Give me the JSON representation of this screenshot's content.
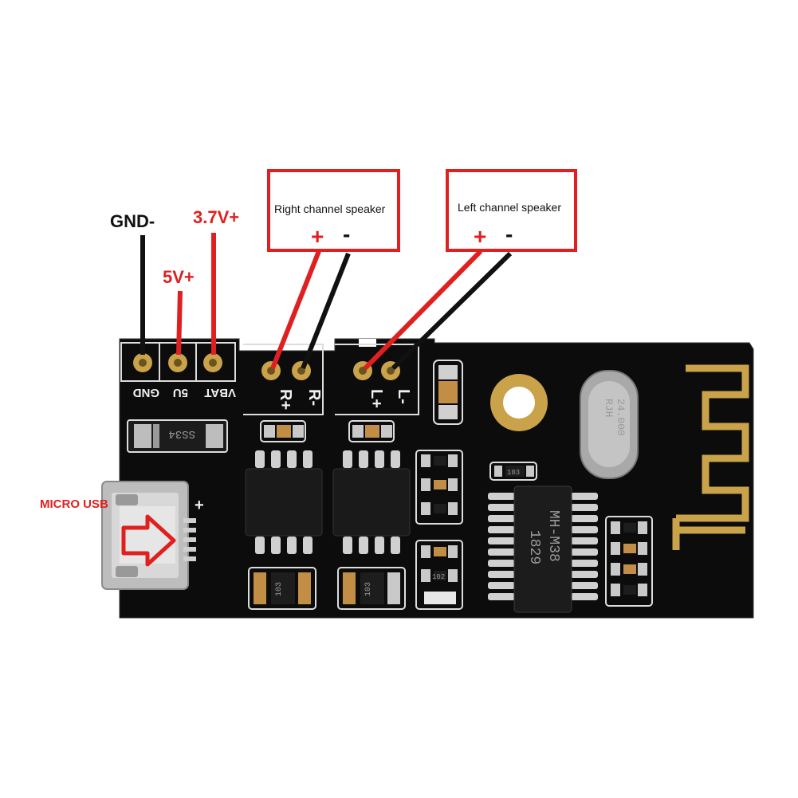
{
  "labels": {
    "gnd": "GND-",
    "v5": "5V+",
    "v37": "3.7V+",
    "micro_usb": "MICRO USB",
    "right_box_title": "Right channel speaker",
    "left_box_title": "Left channel speaker",
    "plus": "+",
    "minus": "-"
  },
  "silkscreen": {
    "gnd": "GND",
    "v5": "5U",
    "vbat": "VBAT",
    "r_plus": "R+",
    "r_minus": "R-",
    "l_plus": "L+",
    "l_minus": "L-",
    "usb_plus": "+"
  },
  "parts": {
    "diode": "SS34",
    "main_chip_line1": "MH-M38",
    "main_chip_line2": "1829",
    "crystal_line1": "RJH",
    "crystal_line2": "24.000",
    "res_a": "103",
    "res_b": "102",
    "res_c": "103",
    "res_d": "103"
  },
  "colors": {
    "pcb": "#0c0c0c",
    "wire_red": "#e02020",
    "wire_black": "#111111",
    "gold": "#c9a24a",
    "box_border": "#e02020"
  }
}
